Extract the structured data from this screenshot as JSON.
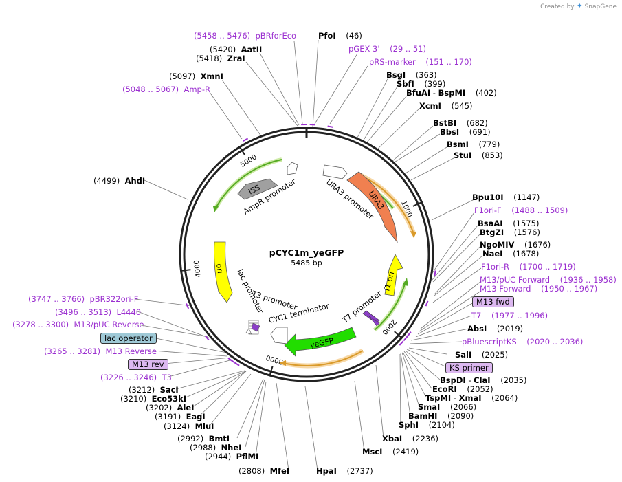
{
  "watermark": {
    "created_by": "Created by",
    "brand": "SnapGene"
  },
  "plasmid": {
    "name": "pCYC1m_yeGFP",
    "size": "5485 bp",
    "length": 5485
  },
  "ticks": [
    "1000",
    "2000",
    "3000",
    "4000",
    "5000"
  ],
  "enzymes": [
    {
      "name": "PfoI",
      "pos": "(46)"
    },
    {
      "name": "BsgI",
      "pos": "(363)"
    },
    {
      "name": "SbfI",
      "pos": "(399)"
    },
    {
      "name": "BfuAI",
      "name2": "BspMI",
      "pos": "(402)"
    },
    {
      "name": "XcmI",
      "pos": "(545)"
    },
    {
      "name": "BstBI",
      "pos": "(682)"
    },
    {
      "name": "BbsI",
      "pos": "(691)"
    },
    {
      "name": "BsmI",
      "pos": "(779)"
    },
    {
      "name": "StuI",
      "pos": "(853)"
    },
    {
      "name": "Bpu10I",
      "pos": "(1147)"
    },
    {
      "name": "BsaAI",
      "pos": "(1575)"
    },
    {
      "name": "BtgZI",
      "pos": "(1576)"
    },
    {
      "name": "NgoMIV",
      "pos": "(1676)"
    },
    {
      "name": "NaeI",
      "pos": "(1678)"
    },
    {
      "name": "AbsI",
      "pos": "(2019)"
    },
    {
      "name": "SalI",
      "pos": "(2025)"
    },
    {
      "name": "BspDI",
      "name2": "ClaI",
      "pos": "(2035)"
    },
    {
      "name": "EcoRI",
      "pos": "(2052)"
    },
    {
      "name": "TspMI",
      "name2": "XmaI",
      "pos": "(2064)"
    },
    {
      "name": "SmaI",
      "pos": "(2066)"
    },
    {
      "name": "BamHI",
      "pos": "(2090)"
    },
    {
      "name": "SphI",
      "pos": "(2104)"
    },
    {
      "name": "XbaI",
      "pos": "(2236)"
    },
    {
      "name": "MscI",
      "pos": "(2419)"
    },
    {
      "name": "HpaI",
      "pos": "(2737)"
    },
    {
      "name": "MfeI",
      "pos": "(2808)"
    },
    {
      "name": "PflMI",
      "pos": "(2944)"
    },
    {
      "name": "NheI",
      "pos": "(2988)"
    },
    {
      "name": "BmtI",
      "pos": "(2992)"
    },
    {
      "name": "MluI",
      "pos": "(3124)"
    },
    {
      "name": "EagI",
      "pos": "(3191)"
    },
    {
      "name": "AleI",
      "pos": "(3202)"
    },
    {
      "name": "Eco53kI",
      "pos": "(3210)"
    },
    {
      "name": "SacI",
      "pos": "(3212)"
    },
    {
      "name": "AhdI",
      "pos": "(4499)"
    },
    {
      "name": "XmnI",
      "pos": "(5097)"
    },
    {
      "name": "ZraI",
      "pos": "(5418)"
    },
    {
      "name": "AatII",
      "pos": "(5420)"
    }
  ],
  "primers": [
    {
      "name": "pBRforEco",
      "range": "(5458 .. 5476)"
    },
    {
      "name": "pGEX 3'",
      "range": "(29 .. 51)"
    },
    {
      "name": "pRS-marker",
      "range": "(151 .. 170)"
    },
    {
      "name": "F1ori-F",
      "range": "(1488 .. 1509)"
    },
    {
      "name": "F1ori-R",
      "range": "(1700 .. 1719)"
    },
    {
      "name": "M13/pUC Forward",
      "range": "(1936 .. 1958)"
    },
    {
      "name": "M13 Forward",
      "range": "(1950 .. 1967)"
    },
    {
      "name": "M13 fwd"
    },
    {
      "name": "T7",
      "range": "(1977 .. 1996)"
    },
    {
      "name": "pBluescriptKS",
      "range": "(2020 .. 2036)"
    },
    {
      "name": "KS primer"
    },
    {
      "name": "T3",
      "range": "(3226 .. 3246)"
    },
    {
      "name": "M13 rev"
    },
    {
      "name": "M13 Reverse",
      "range": "(3265 .. 3281)"
    },
    {
      "name": "lac operator"
    },
    {
      "name": "M13/pUC Reverse",
      "range": "(3278 .. 3300)"
    },
    {
      "name": "L4440",
      "range": "(3496 .. 3513)"
    },
    {
      "name": "pBR322ori-F",
      "range": "(3747 .. 3766)"
    },
    {
      "name": "Amp-R",
      "range": "(5048 .. 5067)"
    }
  ],
  "features": {
    "ura3": "URA3",
    "ura3_promoter": "URA3 promoter",
    "f1_ori": "f1 ori",
    "t7_promoter": "T7 promoter",
    "yegfp": "yeGFP",
    "cyc1_terminator": "CYC1 terminator",
    "t3_promoter": "T3 promoter",
    "lac_promoter": "lac promoter",
    "ori": "ori",
    "ampr_promoter": "AmpR promoter",
    "iss": "ISS"
  },
  "colors": {
    "ura3": "#f08050",
    "f1_ori": "#ffff00",
    "yegfp": "#22dd00",
    "ori": "#ffff00",
    "iss": "#a0a0a0",
    "primer": "#9b30d0",
    "primer_box": "#dcb8f0",
    "lac_box": "#9fc9d6",
    "arc_orange": "#d99a2a",
    "arc_green": "#55aa22"
  }
}
